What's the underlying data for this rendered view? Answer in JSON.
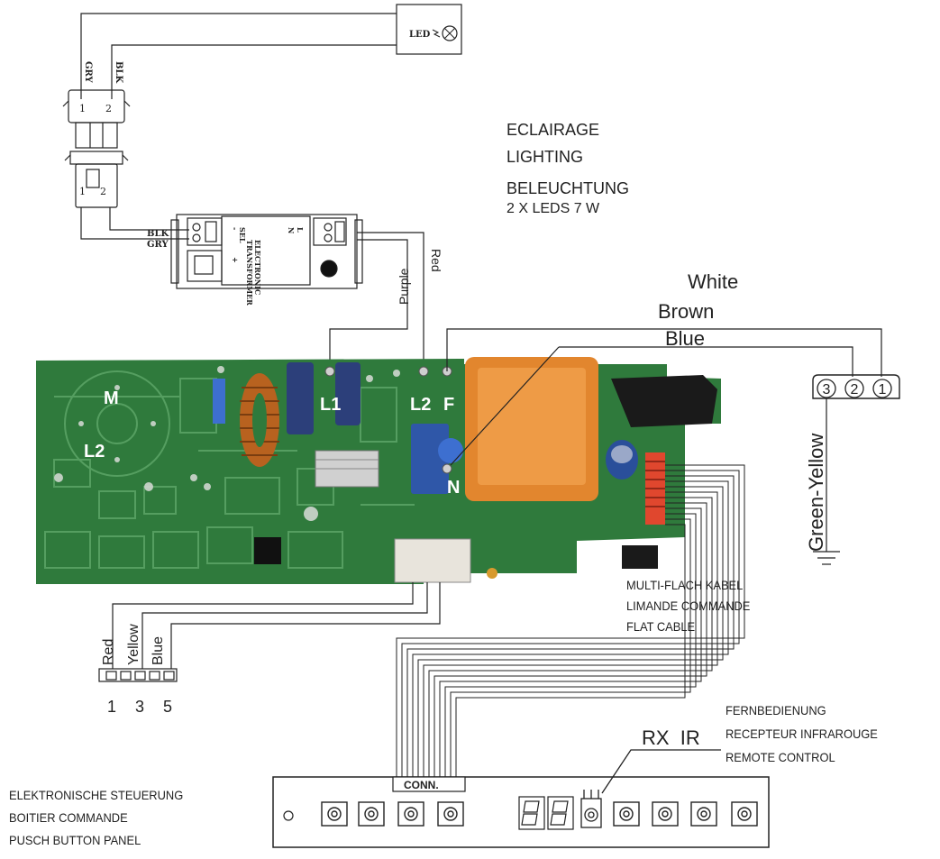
{
  "lighting_block": {
    "line1": "ECLAIRAGE",
    "line2": "LIGHTING",
    "line3": "BELEUCHTUNG",
    "line4": "2 X LEDS 7 W"
  },
  "led_label": "LED",
  "wire_labels": {
    "gry_top": "GRY",
    "blk_top": "BLK",
    "blk_trafo": "BLK",
    "gry_trafo": "GRY",
    "purple": "Purple",
    "red_top": "Red",
    "white": "White",
    "brown": "Brown",
    "blue": "Blue",
    "green_yellow": "Green-Yellow"
  },
  "connector_pins": {
    "pin1": "1",
    "pin2": "2",
    "pin1b": "1",
    "pin2b": "2"
  },
  "transformer": {
    "line1": "ELECTRONIC",
    "line2": "TRANSFORMER",
    "sel": "SEL",
    "plus": "+",
    "minus": "-",
    "l": "L",
    "n": "N"
  },
  "terminal_numbers": [
    "3",
    "2",
    "1"
  ],
  "pcb_labels": {
    "m": "M",
    "l2_left": "L2",
    "l1": "L1",
    "l2": "L2",
    "f": "F",
    "n": "N"
  },
  "bottom_left": {
    "red": "Red",
    "yellow": "Yellow",
    "blue": "Blue",
    "pins": [
      "1",
      "3",
      "5"
    ]
  },
  "flat_cable": {
    "line1": "MULTI-FLACH KABEL",
    "line2": "LIMANDE COMMANDE",
    "line3": "FLAT CABLE"
  },
  "remote": {
    "line1": "FERNBEDIENUNG",
    "line2": "RECEPTEUR INFRAROUGE",
    "line3": "REMOTE CONTROL",
    "rx_ir": "RX  IR"
  },
  "panel": {
    "conn": "CONN.",
    "line1": "ELEKTRONISCHE STEUERUNG",
    "line2": "BOITIER COMMANDE",
    "line3": "PUSCH BUTTON PANEL"
  },
  "colors": {
    "pcb": "#2f7a3c",
    "pcb_dark": "#1f5a2a",
    "transformer_orange": "#e2862e",
    "wire": "#222222"
  }
}
